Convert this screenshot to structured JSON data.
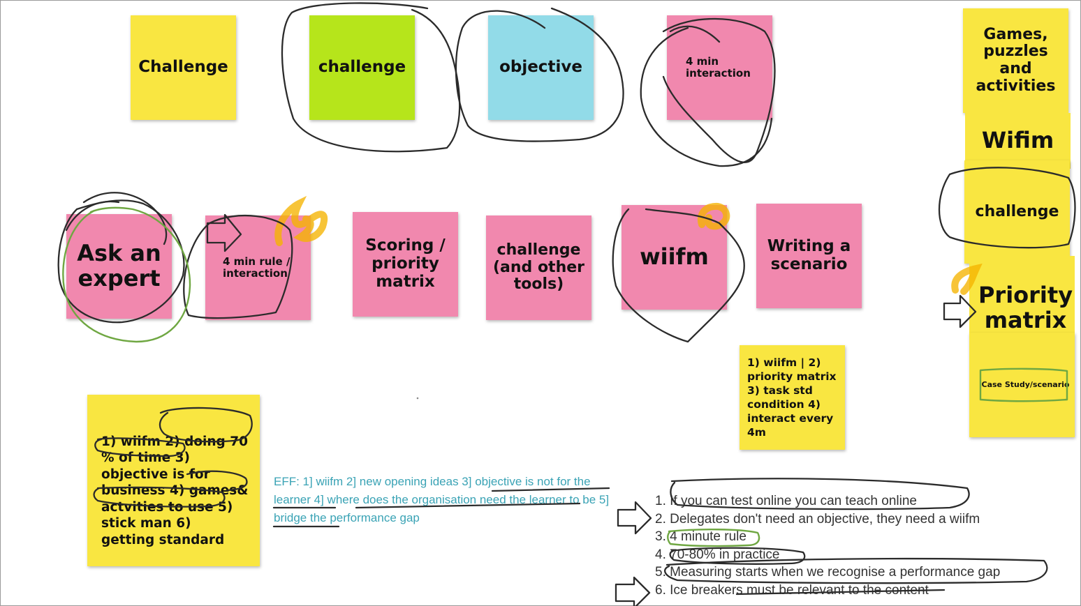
{
  "board": {
    "top_row": [
      "Challenge",
      "challenge",
      "objective",
      "4 min interaction"
    ],
    "middle_row": [
      "Ask an expert",
      "4 min rule / interaction",
      "Scoring / priority matrix",
      "challenge (and other tools)",
      "wiifm",
      "Writing a scenario"
    ],
    "right_column": [
      "Games, puzzles and activities",
      "Wifim",
      "challenge",
      "Priority matrix",
      "Case Study/scenario"
    ],
    "note_mid_right": "1) wiifm | 2) priority matrix 3) task std condition 4) interact every 4m",
    "note_bottom_left": "1) wiifm 2) doing 70 % of time 3) objective is for business 4) games& actvities to use 5) stick man 6) getting standard",
    "eff_text": "EFF: 1] wiifm 2] new opening ideas 3] objective is not for the learner 4] where does the organisation need the learner to be 5] bridge the performance gap",
    "list": [
      "1. If you can test online you can teach online",
      "2. Delegates don't need an objective, they need a wiifm",
      "3. 4 minute rule",
      "4. 70-80% in practice",
      "5. Measuring starts when we recognise a performance gap",
      "6. Ice breakers must be relevant to the content"
    ]
  },
  "colors": {
    "sticky_yellow": "#f9e641",
    "sticky_green": "#b6e51b",
    "sticky_blue": "#92dbe8",
    "sticky_pink": "#f188ae",
    "ink_black": "#2b2b2b",
    "ink_green": "#6fa742",
    "highlighter_orange": "#f5b400",
    "eff_text": "#3aa3b5"
  }
}
